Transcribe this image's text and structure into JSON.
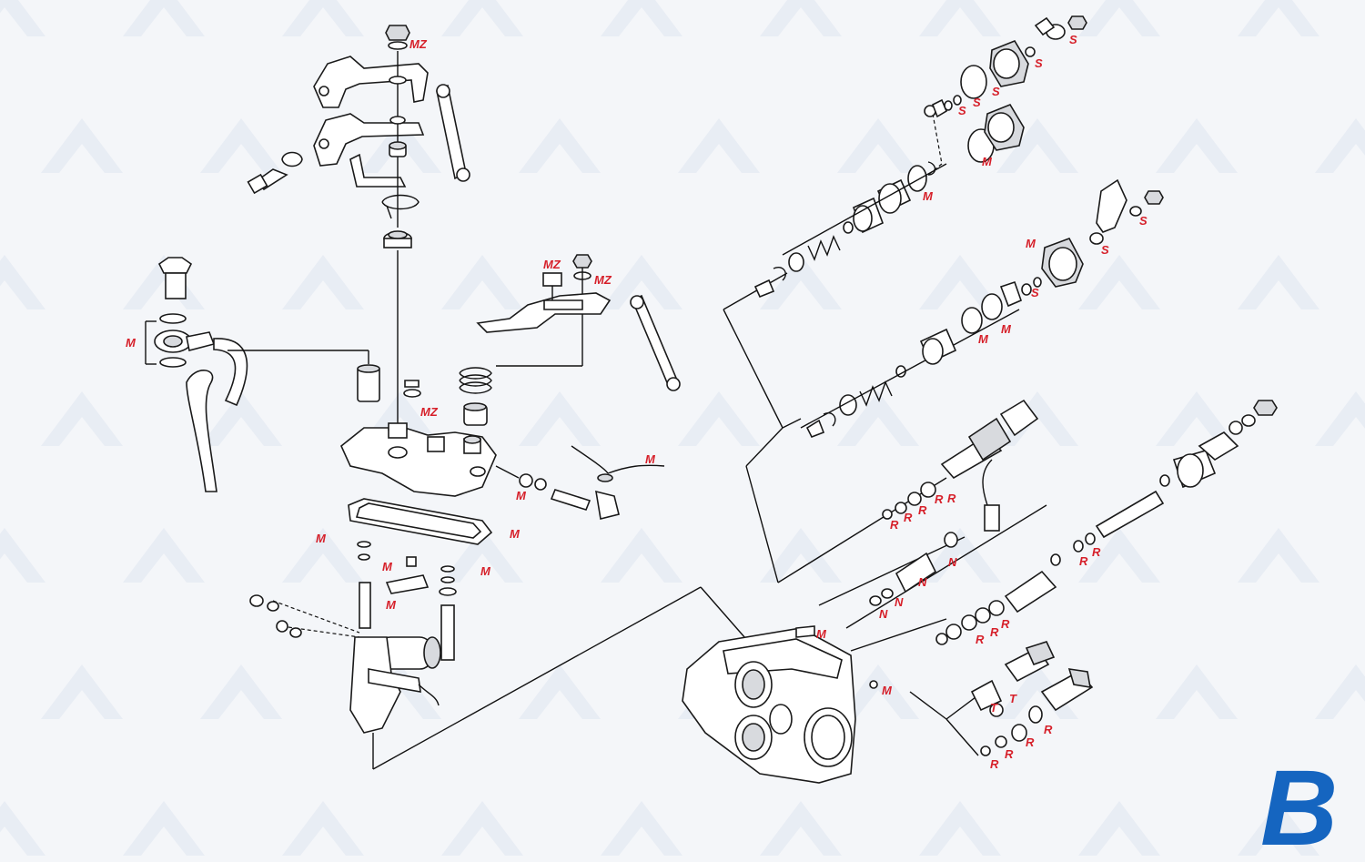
{
  "colors": {
    "callout": "#d6202a",
    "corner_letter": "#1565c0",
    "line": "#111111",
    "watermark": "#dfe6f0"
  },
  "corner_letter": "B",
  "callouts": [
    {
      "id": "mz-top",
      "text": "MZ"
    },
    {
      "id": "mz-bracket-a",
      "text": "MZ"
    },
    {
      "id": "mz-bracket-b",
      "text": "MZ"
    },
    {
      "id": "mz-center",
      "text": "MZ"
    },
    {
      "id": "m-banjo",
      "text": "M"
    },
    {
      "id": "m-wire",
      "text": "M"
    },
    {
      "id": "m-pin",
      "text": "M"
    },
    {
      "id": "m-gasket",
      "text": "M"
    },
    {
      "id": "m-orings-left",
      "text": "M"
    },
    {
      "id": "m-plate",
      "text": "M"
    },
    {
      "id": "m-orings-right",
      "text": "M"
    },
    {
      "id": "m-solenoid",
      "text": "M"
    },
    {
      "id": "m-housing-top",
      "text": "M"
    },
    {
      "id": "m-housing-right",
      "text": "M"
    },
    {
      "id": "m-piston-top",
      "text": "M"
    },
    {
      "id": "m-piston-oring-a",
      "text": "M"
    },
    {
      "id": "m-piston-oring-b",
      "text": "M"
    },
    {
      "id": "m-cap-b",
      "text": "M"
    },
    {
      "id": "m-plug-b",
      "text": "M"
    },
    {
      "id": "s-1",
      "text": "S"
    },
    {
      "id": "s-2",
      "text": "S"
    },
    {
      "id": "s-3",
      "text": "S"
    },
    {
      "id": "s-4",
      "text": "S"
    },
    {
      "id": "s-5",
      "text": "S"
    },
    {
      "id": "s-6",
      "text": "S"
    },
    {
      "id": "s-7",
      "text": "S"
    },
    {
      "id": "s-8",
      "text": "S"
    },
    {
      "id": "r-1",
      "text": "R"
    },
    {
      "id": "r-2",
      "text": "R"
    },
    {
      "id": "r-3",
      "text": "R"
    },
    {
      "id": "r-4",
      "text": "R"
    },
    {
      "id": "r-5",
      "text": "R"
    },
    {
      "id": "r-6",
      "text": "R"
    },
    {
      "id": "r-7",
      "text": "R"
    },
    {
      "id": "r-8",
      "text": "R"
    },
    {
      "id": "r-9",
      "text": "R"
    },
    {
      "id": "r-10",
      "text": "R"
    },
    {
      "id": "r-11",
      "text": "R"
    },
    {
      "id": "r-12",
      "text": "R"
    },
    {
      "id": "r-13",
      "text": "R"
    },
    {
      "id": "r-14",
      "text": "R"
    },
    {
      "id": "n-1",
      "text": "N"
    },
    {
      "id": "n-2",
      "text": "N"
    },
    {
      "id": "n-3",
      "text": "N"
    },
    {
      "id": "n-4",
      "text": "N"
    },
    {
      "id": "t-1",
      "text": "T"
    },
    {
      "id": "t-2",
      "text": "T"
    }
  ]
}
